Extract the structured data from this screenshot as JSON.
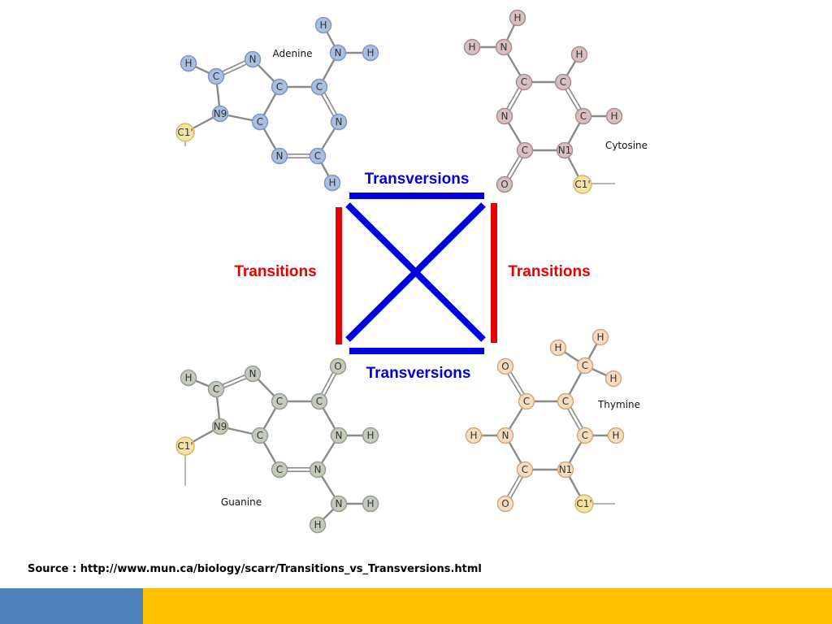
{
  "molecules": [
    {
      "id": "adenine",
      "name": "Adenine",
      "color": "#a9bfdf",
      "stroke": "#7d97bf",
      "atoms": [
        "C",
        "N",
        "N9",
        "C",
        "C",
        "C",
        "N",
        "N",
        "C",
        "H",
        "N",
        "H",
        "H",
        "C1'",
        "H"
      ]
    },
    {
      "id": "cytosine",
      "name": "Cytosine",
      "color": "#d9bfbf",
      "stroke": "#a88f8f",
      "atoms": [
        "H",
        "H",
        "N",
        "C",
        "C",
        "H",
        "N",
        "C",
        "C",
        "N1",
        "H",
        "O",
        "C1'"
      ]
    },
    {
      "id": "guanine",
      "name": "Guanine",
      "color": "#c5cbbc",
      "stroke": "#979e8c",
      "atoms": [
        "H",
        "C",
        "N",
        "N9",
        "C",
        "C",
        "C",
        "O",
        "N",
        "H",
        "C",
        "N",
        "N",
        "H",
        "H",
        "C1'"
      ]
    },
    {
      "id": "thymine",
      "name": "Thymine",
      "color": "#f7dcbf",
      "stroke": "#cfa880",
      "atoms": [
        "H",
        "H",
        "C",
        "H",
        "O",
        "C",
        "C",
        "H",
        "N",
        "C",
        "H",
        "C",
        "N1",
        "O",
        "C1'"
      ]
    }
  ],
  "c1_color": "#f9e2a6",
  "mutations": {
    "transversion_top": "Transversions",
    "transversion_bottom": "Transversions",
    "transition_left": "Transitions",
    "transition_right": "Transitions",
    "transversion_color": "#0000e0",
    "transition_color": "#e60000"
  },
  "source": "Source : http://www.mun.ca/biology/scarr/Transitions_vs_Transversions.html",
  "footer": {
    "left_color": "#4f81bd",
    "right_color": "#ffc000"
  }
}
